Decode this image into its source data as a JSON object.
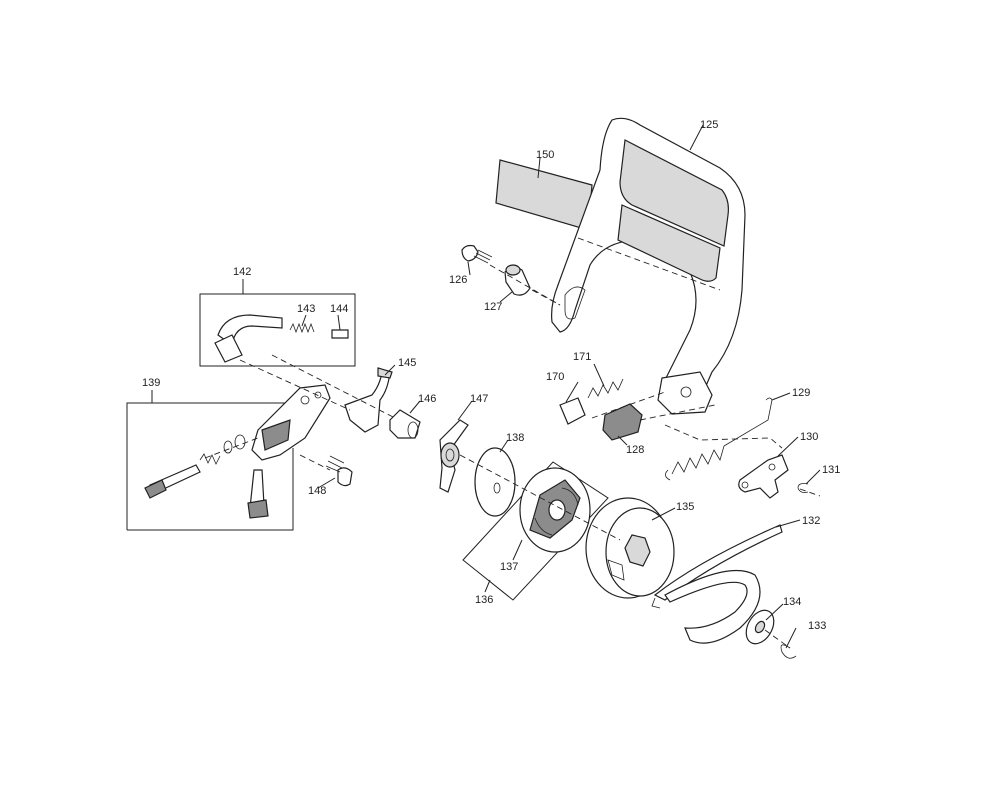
{
  "labels": {
    "p125": "125",
    "p126": "126",
    "p127": "127",
    "p128": "128",
    "p129": "129",
    "p130": "130",
    "p131": "131",
    "p132": "132",
    "p133": "133",
    "p134": "134",
    "p135": "135",
    "p136": "136",
    "p137": "137",
    "p138": "138",
    "p139": "139",
    "p142": "142",
    "p143": "143",
    "p144": "144",
    "p145": "145",
    "p146": "146",
    "p147": "147",
    "p148": "148",
    "p150": "150",
    "p170": "170",
    "p171": "171"
  }
}
